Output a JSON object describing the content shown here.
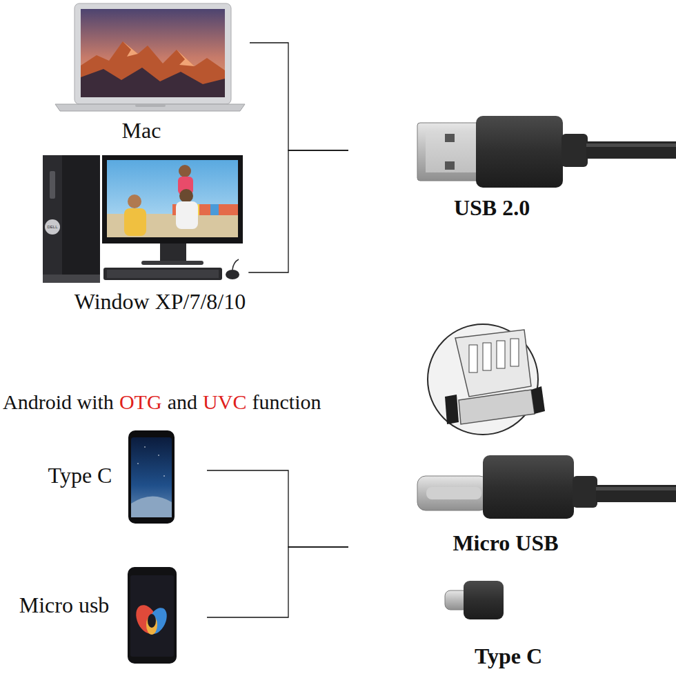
{
  "diagram": {
    "nodes": [
      {
        "text": [
          "Mac"
        ]
      },
      {
        "text": [
          "Window XP/7/8/10"
        ]
      },
      {
        "text": [
          "USB 2.0"
        ]
      },
      {
        "text": [
          "Type C"
        ]
      },
      {
        "text": [
          "Micro usb"
        ]
      },
      {
        "text": [
          "Micro USB"
        ]
      },
      {
        "text": [
          "Type C"
        ]
      }
    ],
    "edges": [
      {
        "from": 0,
        "to": 2,
        "arrow": "none"
      },
      {
        "from": 1,
        "to": 2,
        "arrow": "none"
      },
      {
        "from": 3,
        "to": 5,
        "arrow": "none"
      },
      {
        "from": 4,
        "to": 5,
        "arrow": "none"
      }
    ],
    "labels": [
      "Android with",
      "OTG",
      "and",
      "UVC",
      "function",
      "DELL"
    ]
  }
}
